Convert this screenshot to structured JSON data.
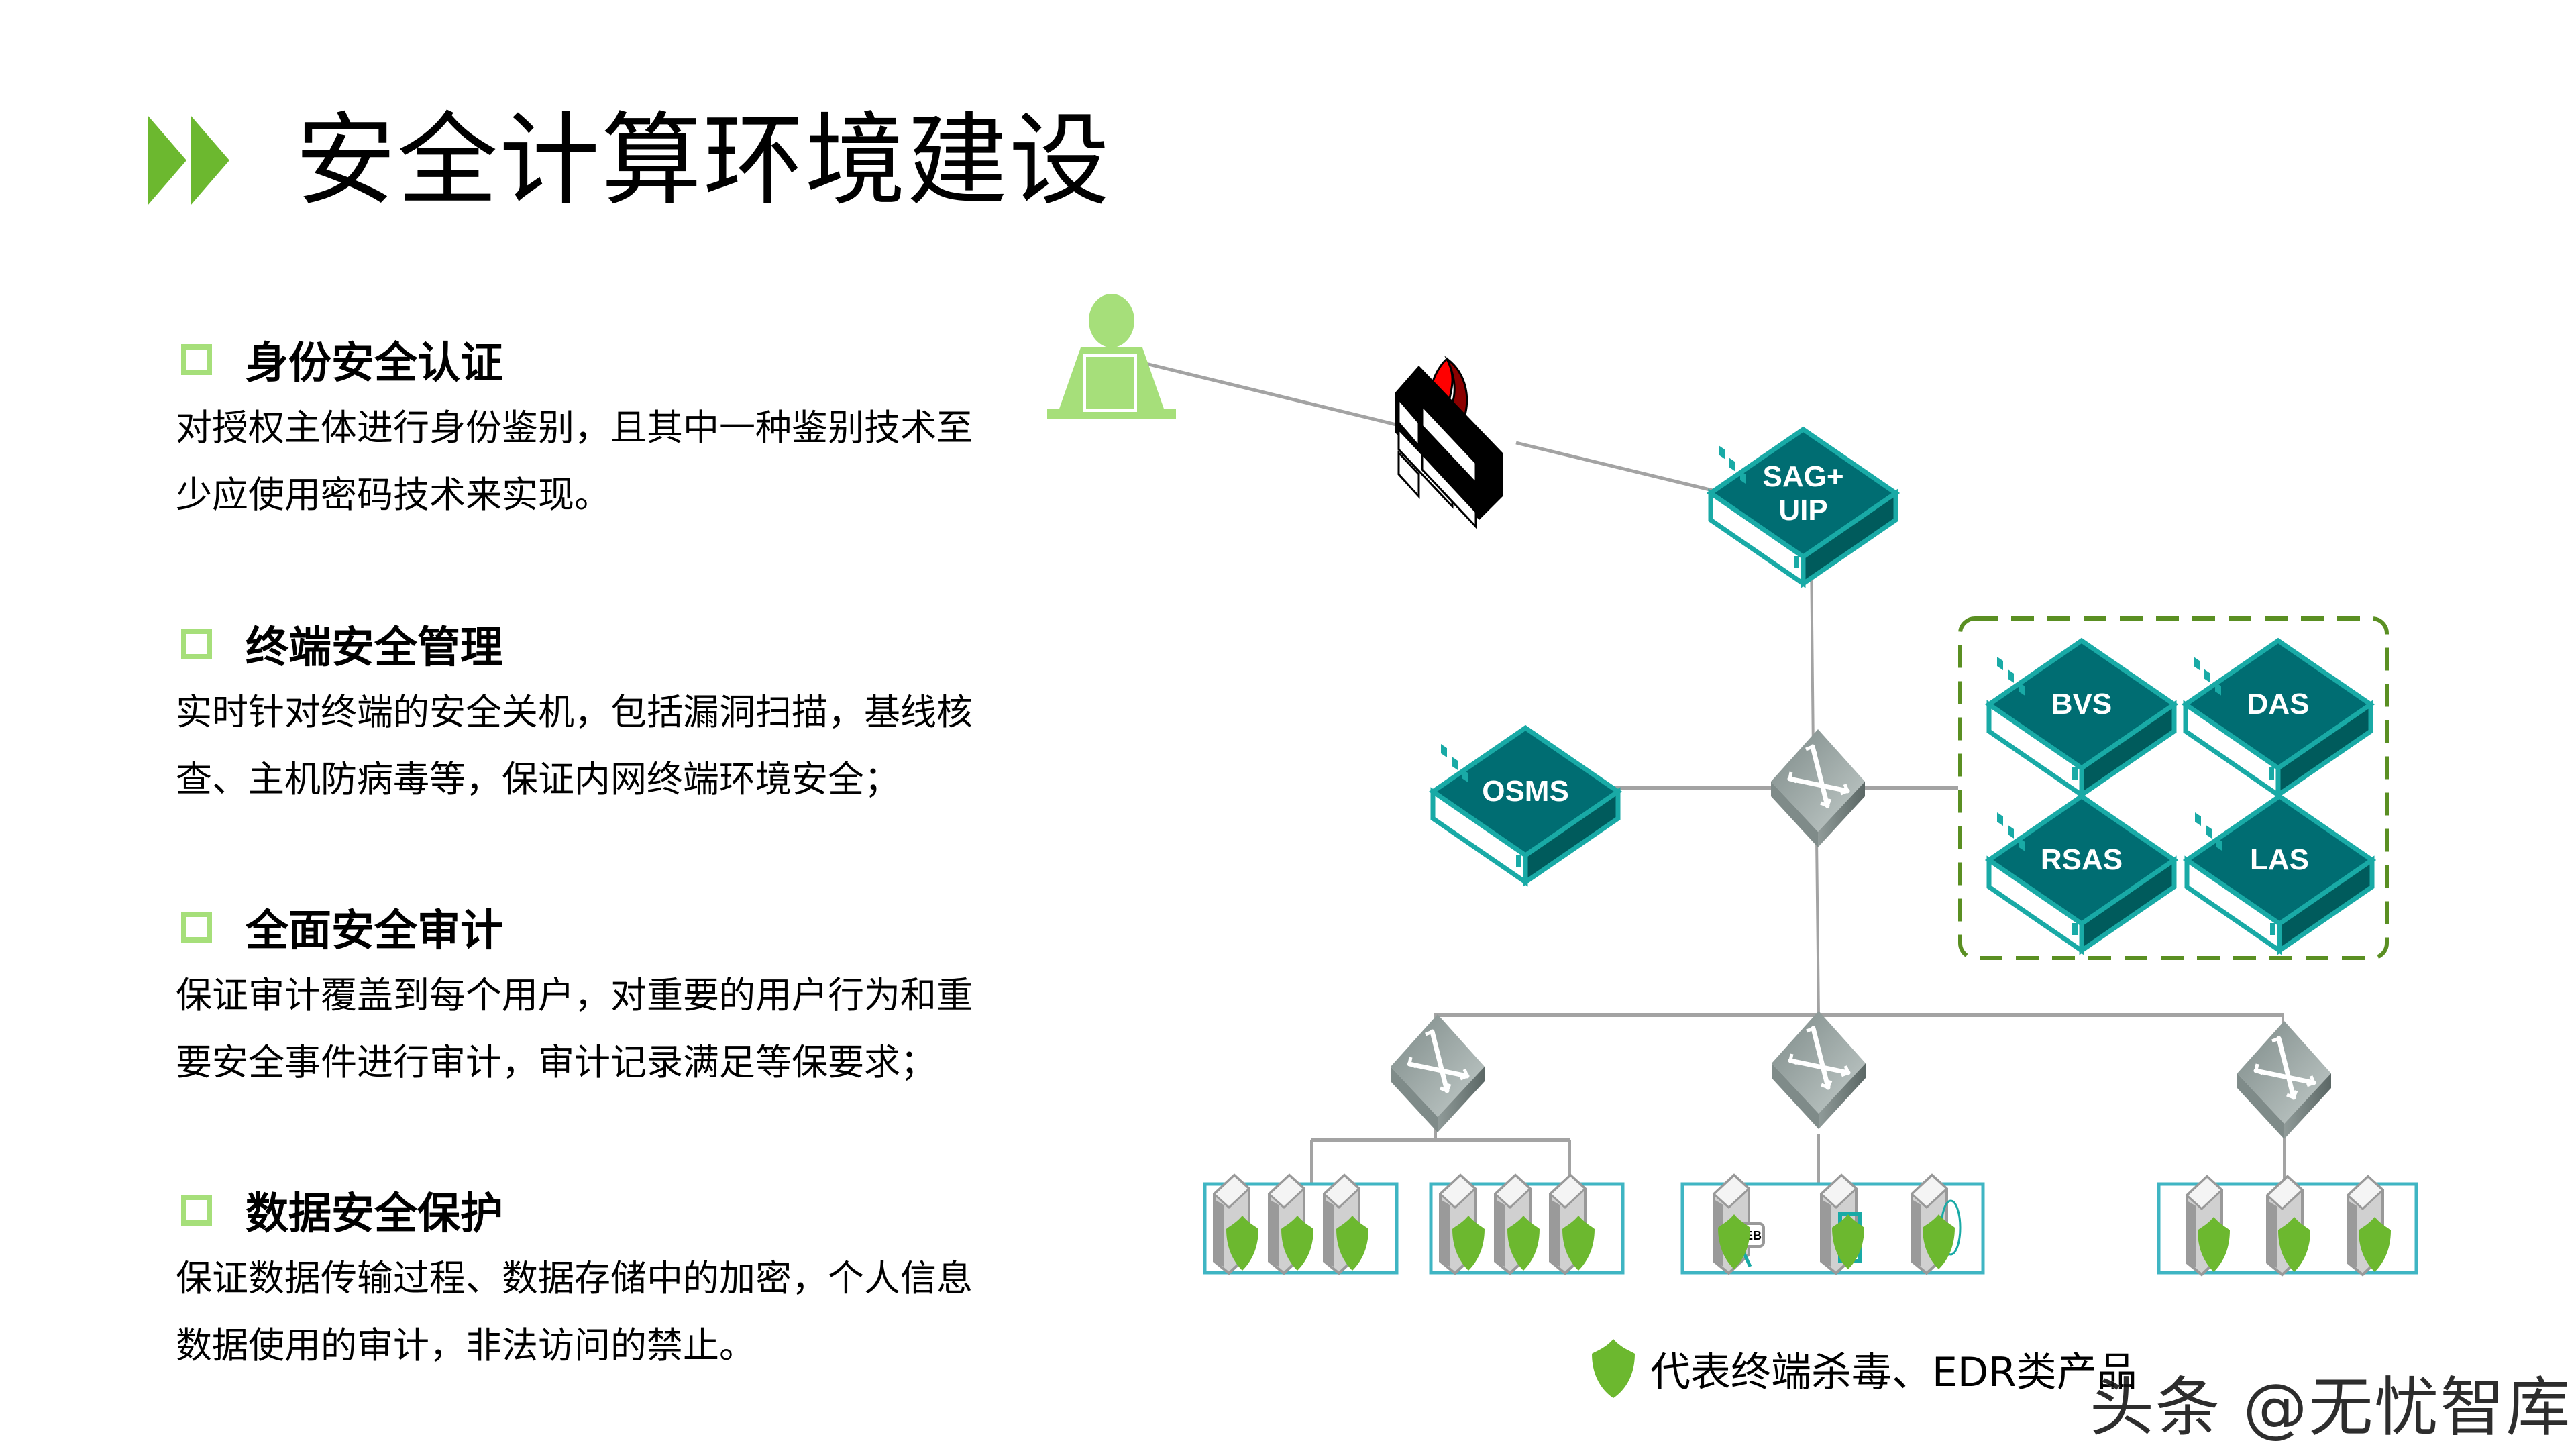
{
  "page": {
    "title": "安全计算环境建设",
    "accent_color": "#6cb82f",
    "bullet_color": "#a6df7a"
  },
  "sections": [
    {
      "heading": "身份安全认证",
      "lines": [
        "对授权主体进行身份鉴别，且其中一种鉴别技术至",
        "少应使用密码技术来实现。"
      ]
    },
    {
      "heading": "终端安全管理",
      "lines": [
        "实时针对终端的安全关机，包括漏洞扫描，基线核",
        "查、主机防病毒等，保证内网终端环境安全；"
      ]
    },
    {
      "heading": "全面安全审计",
      "lines": [
        "保证审计覆盖到每个用户，对重要的用户行为和重",
        "要安全事件进行审计，审计记录满足等保要求；"
      ]
    },
    {
      "heading": "数据安全保护",
      "lines": [
        "保证数据传输过程、数据存储中的加密，个人信息",
        "数据使用的审计，非法访问的禁止。"
      ]
    }
  ],
  "diagram": {
    "user": {
      "icon": "user-laptop-icon"
    },
    "firewall": {
      "icon": "firewall-icon"
    },
    "gateway": {
      "line1": "SAG+",
      "line2": "UIP"
    },
    "osms": {
      "label": "OSMS"
    },
    "security_cluster": [
      {
        "label": "BVS"
      },
      {
        "label": "DAS"
      },
      {
        "label": "RSAS"
      },
      {
        "label": "LAS"
      }
    ],
    "device_color": "#006d72",
    "device_border": "#19aaa6",
    "endpoint_border": "#3fb5c3",
    "web_label": "WEB"
  },
  "legend": {
    "icon": "green-shield-icon",
    "text": "代表终端杀毒、EDR类产品"
  },
  "watermark": "头条 @无忧智库"
}
